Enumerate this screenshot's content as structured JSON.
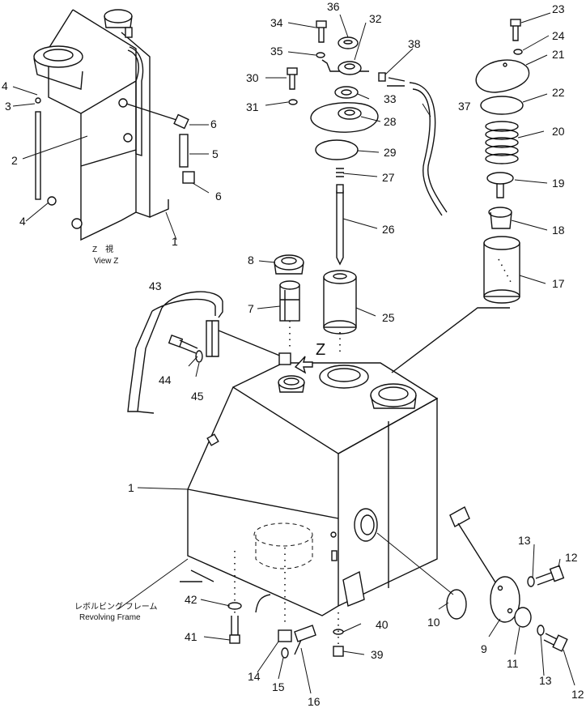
{
  "labels": {
    "l1a": "1",
    "l1b": "1",
    "l2": "2",
    "l3": "3",
    "l4a": "4",
    "l4b": "4",
    "l5": "5",
    "l6a": "6",
    "l6b": "6",
    "l7": "7",
    "l8": "8",
    "l9": "9",
    "l10": "10",
    "l11": "11",
    "l12a": "12",
    "l12b": "12",
    "l13a": "13",
    "l13b": "13",
    "l14": "14",
    "l15": "15",
    "l16": "16",
    "l17": "17",
    "l18": "18",
    "l19": "19",
    "l20": "20",
    "l21": "21",
    "l22": "22",
    "l23": "23",
    "l24": "24",
    "l25": "25",
    "l26": "26",
    "l27": "27",
    "l28": "28",
    "l29": "29",
    "l30": "30",
    "l31": "31",
    "l32": "32",
    "l33": "33",
    "l34": "34",
    "l35": "35",
    "l36": "36",
    "l37": "37",
    "l38": "38",
    "l39": "39",
    "l40": "40",
    "l41": "41",
    "l42": "42",
    "l43": "43",
    "l44": "44",
    "l45": "45"
  },
  "view_z": {
    "jp": "Z　視",
    "en": "View  Z",
    "marker": "Z"
  },
  "revolving_frame": {
    "jp": "レボルビング フレーム",
    "en": "Revolving  Frame"
  }
}
